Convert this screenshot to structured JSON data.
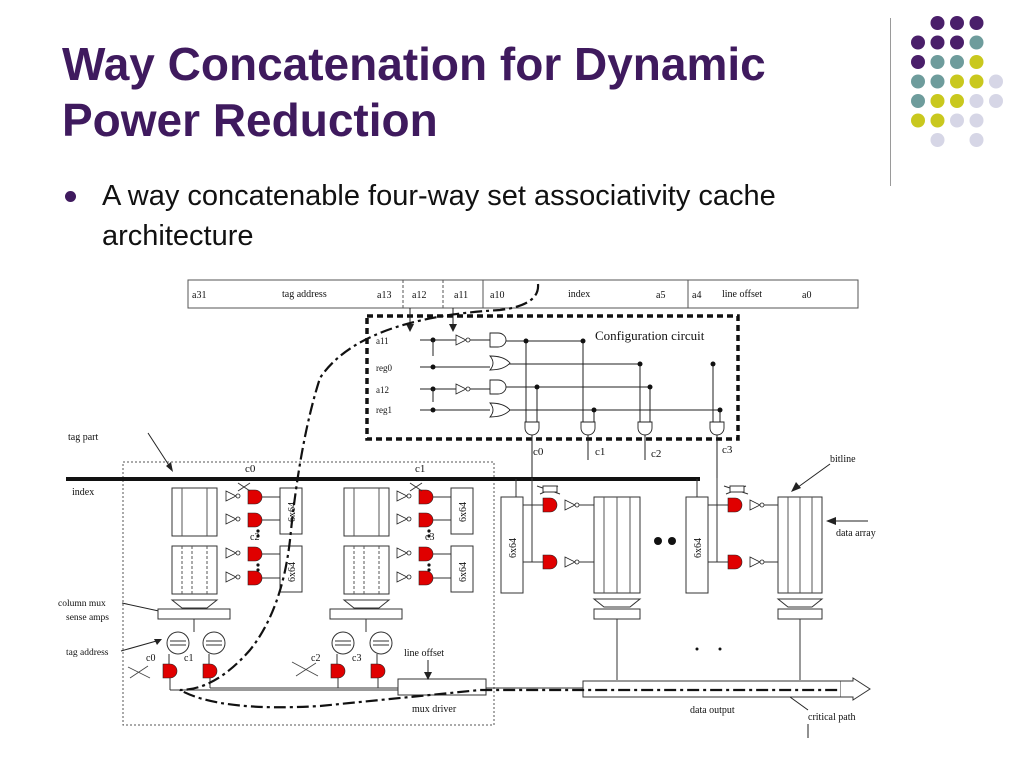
{
  "slide": {
    "title_lines": [
      "Way Concatenation for Dynamic",
      "Power Reduction"
    ],
    "bullet": "A way concatenable four-way set associativity cache architecture"
  },
  "colors": {
    "title": "#3f1a5e",
    "dot_palette": [
      "#4a1f6a",
      "#6e9c9c",
      "#c9c81e",
      "#d6d6e6"
    ],
    "gate_red": "#e00000"
  },
  "diagram": {
    "address": {
      "a31": "a31",
      "tag_address": "tag address",
      "a13": "a13",
      "a12": "a12",
      "a11": "a11",
      "a10": "a10",
      "index": "index",
      "a5": "a5",
      "a4": "a4",
      "line_offset": "line offset",
      "a0": "a0"
    },
    "config": {
      "title": "Configuration circuit",
      "in_a11": "a11",
      "in_reg0": "reg0",
      "in_a12": "a12",
      "in_reg1": "reg1",
      "out_c0": "c0",
      "out_c1": "c1",
      "out_c2": "c2",
      "out_c3": "c3"
    },
    "left_labels": {
      "tag_part": "tag part",
      "index": "index",
      "column_mux": "column mux",
      "sense_amps": "sense amps",
      "tag_address": "tag address"
    },
    "tag": {
      "c0_top": "c0",
      "c1_top": "c1",
      "c2_mid": "c2",
      "c3_mid": "c3",
      "sixby64": "6x64",
      "c0_bot": "c0",
      "c1_bot": "c1",
      "c2_bot": "c2",
      "c3_bot": "c3",
      "line_offset": "line offset",
      "mux_driver": "mux driver"
    },
    "data": {
      "bitline": "bitline",
      "data_array": "data array",
      "data_output": "data output",
      "critical_path": "critical path"
    }
  }
}
